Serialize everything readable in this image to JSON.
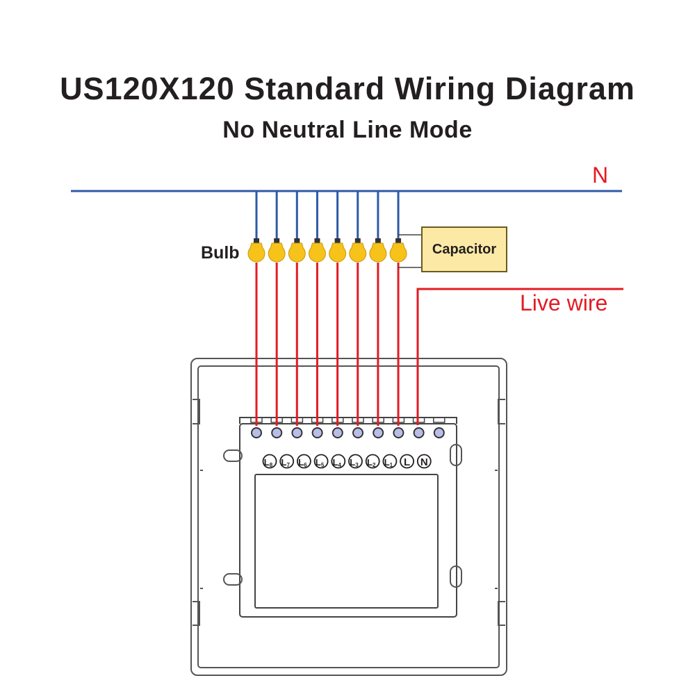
{
  "title": "US120X120 Standard Wiring Diagram",
  "subtitle": "No Neutral Line Mode",
  "neutral_label": "N",
  "live_wire_label": "Live wire",
  "bulb_label": "Bulb",
  "capacitor_label": "Capacitor",
  "terminals": [
    {
      "letter": "L",
      "sub": "8"
    },
    {
      "letter": "L",
      "sub": "7"
    },
    {
      "letter": "L",
      "sub": "6"
    },
    {
      "letter": "L",
      "sub": "5"
    },
    {
      "letter": "L",
      "sub": "4"
    },
    {
      "letter": "L",
      "sub": "3"
    },
    {
      "letter": "L",
      "sub": "2"
    },
    {
      "letter": "L",
      "sub": "1"
    },
    {
      "letter": "L",
      "sub": ""
    },
    {
      "letter": "N",
      "sub": ""
    }
  ],
  "bulb_count": 8,
  "colors": {
    "neutral_wire": "#2e5aa7",
    "live_wire": "#e31b23",
    "bulb": "#f7c21a",
    "capacitor_fill": "#fde9a6",
    "text": "#231f20",
    "switch_outline": "#555555",
    "terminal_screw": "#b9bde8"
  }
}
